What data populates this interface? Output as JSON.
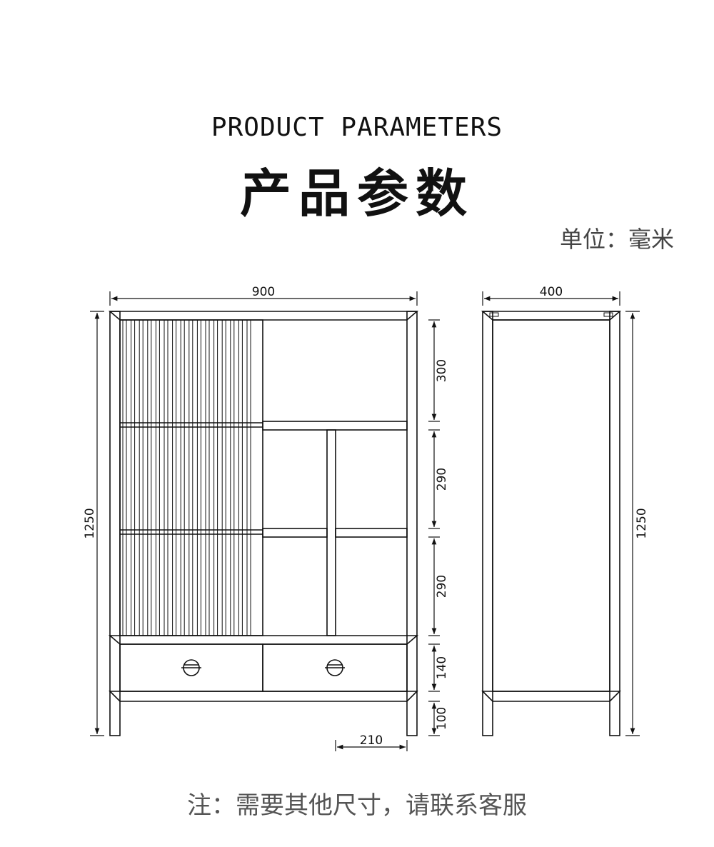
{
  "header": {
    "title_en": "PRODUCT PARAMETERS",
    "title_cn": "产品参数",
    "unit_label": "单位：毫米"
  },
  "front_view": {
    "width": "900",
    "height": "1250",
    "section_heights": [
      "300",
      "290",
      "290",
      "140",
      "100"
    ],
    "drawer_dim": "210"
  },
  "side_view": {
    "depth": "400",
    "height": "1250"
  },
  "footer": {
    "note": "注：需要其他尺寸，请联系客服"
  },
  "colors": {
    "line": "#111111",
    "background": "#ffffff"
  }
}
